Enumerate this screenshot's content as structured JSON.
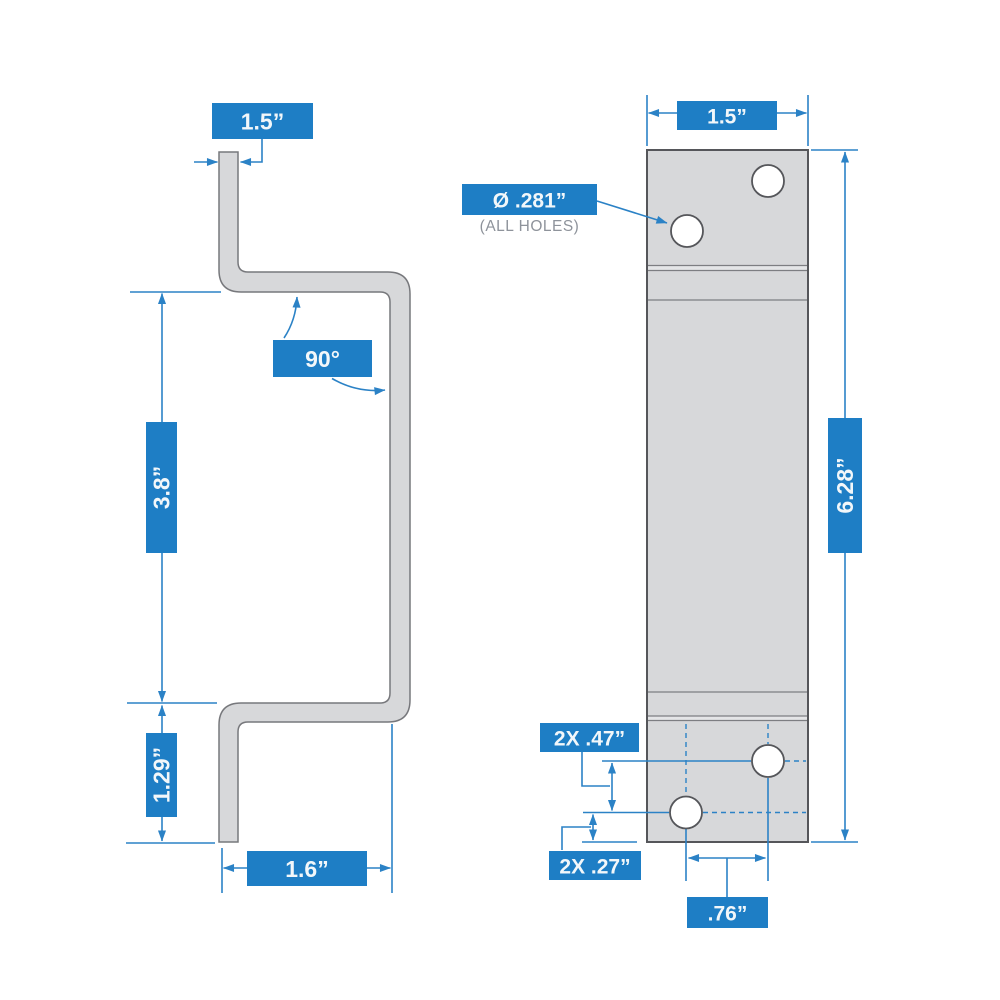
{
  "drawing": {
    "title": "bracket dimension drawing",
    "colors": {
      "accent_blue": "#1e7ec5",
      "dimension_line_blue": "#2b82c6",
      "part_fill_gray": "#d7d8da",
      "part_stroke_gray": "#55565a",
      "note_text_gray": "#8e939b",
      "label_text": "#f2f7fa",
      "background": "#ffffff"
    }
  },
  "side_view": {
    "labels": {
      "flange_width": "1.5”",
      "bend_angle": "90°",
      "upper_height": "3.8”",
      "lower_height": "1.29”",
      "base_width": "1.6”"
    }
  },
  "front_view": {
    "labels": {
      "plate_width": "1.5”",
      "hole_diameter": "Ø .281”",
      "hole_note": "(ALL HOLES)",
      "plate_height": "6.28”",
      "hole_pair_vertical_spacing": "2X .47”",
      "hole_edge_offset": "2X .27”",
      "hole_horizontal_spacing": ".76”"
    }
  }
}
